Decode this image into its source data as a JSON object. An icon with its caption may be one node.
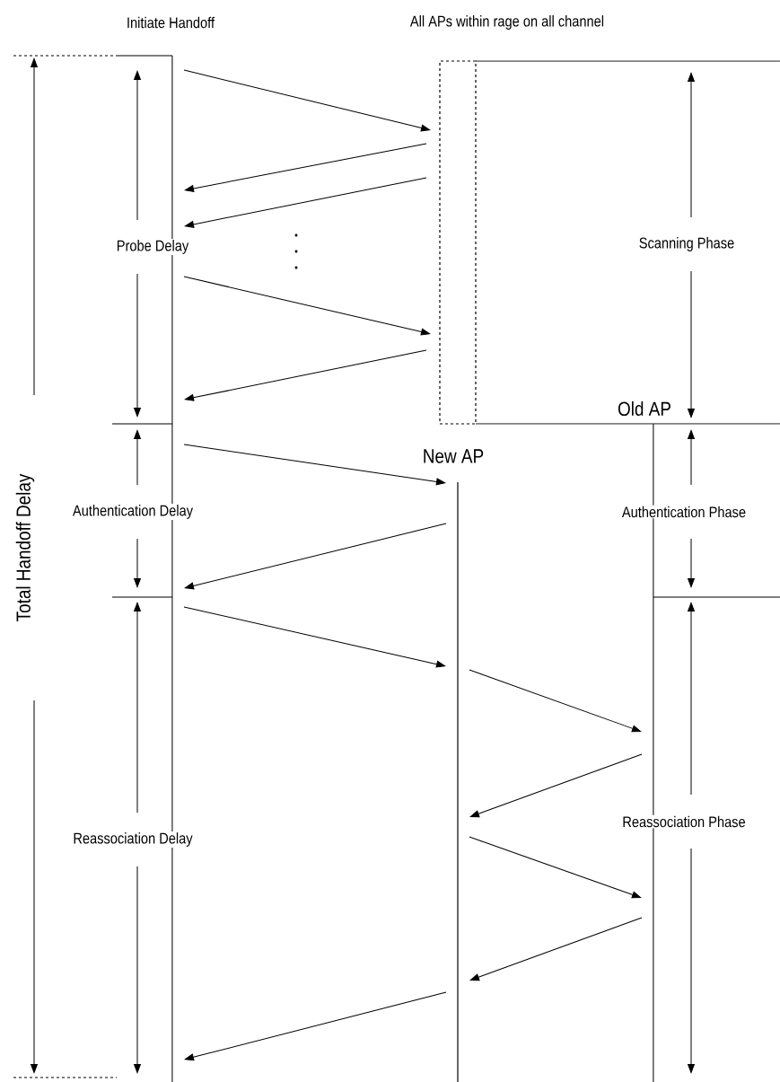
{
  "diagram": {
    "nodes": [
      {
        "text": [
          "Initiate Handoff"
        ]
      },
      {
        "text": [
          "All APs within rage on all channel"
        ]
      },
      {
        "text": [
          "New AP"
        ]
      },
      {
        "text": [
          "Old AP"
        ]
      }
    ],
    "edges": [
      {
        "from": 0,
        "to": 1,
        "arrow": "to"
      },
      {
        "from": 1,
        "to": 0,
        "arrow": "to"
      },
      {
        "from": 1,
        "to": 0,
        "arrow": "to"
      },
      {
        "from": 0,
        "to": 1,
        "arrow": "to"
      },
      {
        "from": 1,
        "to": 0,
        "arrow": "to"
      },
      {
        "from": 0,
        "to": 2,
        "arrow": "to"
      },
      {
        "from": 2,
        "to": 0,
        "arrow": "to"
      },
      {
        "from": 0,
        "to": 2,
        "arrow": "to"
      },
      {
        "from": 2,
        "to": 3,
        "arrow": "to"
      },
      {
        "from": 3,
        "to": 2,
        "arrow": "to"
      },
      {
        "from": 2,
        "to": 3,
        "arrow": "to"
      },
      {
        "from": 3,
        "to": 2,
        "arrow": "to"
      },
      {
        "from": 2,
        "to": 0,
        "arrow": "to"
      }
    ],
    "labels": [
      "Total Handoff Delay",
      "Probe Delay",
      "Scanning Phase",
      "Authentication Delay",
      "Authentication Phase",
      "Reassociation Delay",
      "Reassociation Phase"
    ]
  }
}
